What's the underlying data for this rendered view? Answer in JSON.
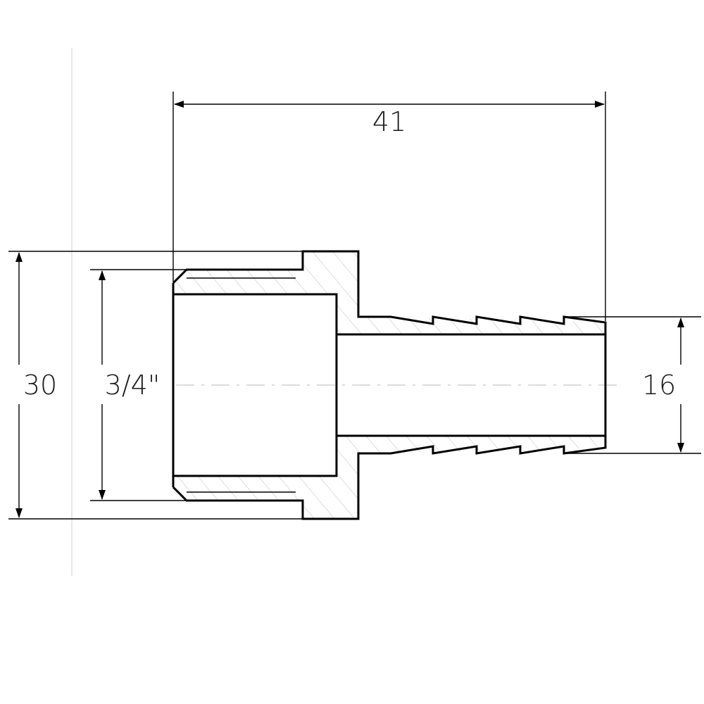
{
  "dimensions": {
    "length": "41",
    "outer_diameter": "30",
    "thread_size": "3/4\"",
    "hose_diameter": "16"
  },
  "colors": {
    "line": "#000000",
    "hatch": "#bdbdbd",
    "centerline": "#b8b8b8"
  }
}
